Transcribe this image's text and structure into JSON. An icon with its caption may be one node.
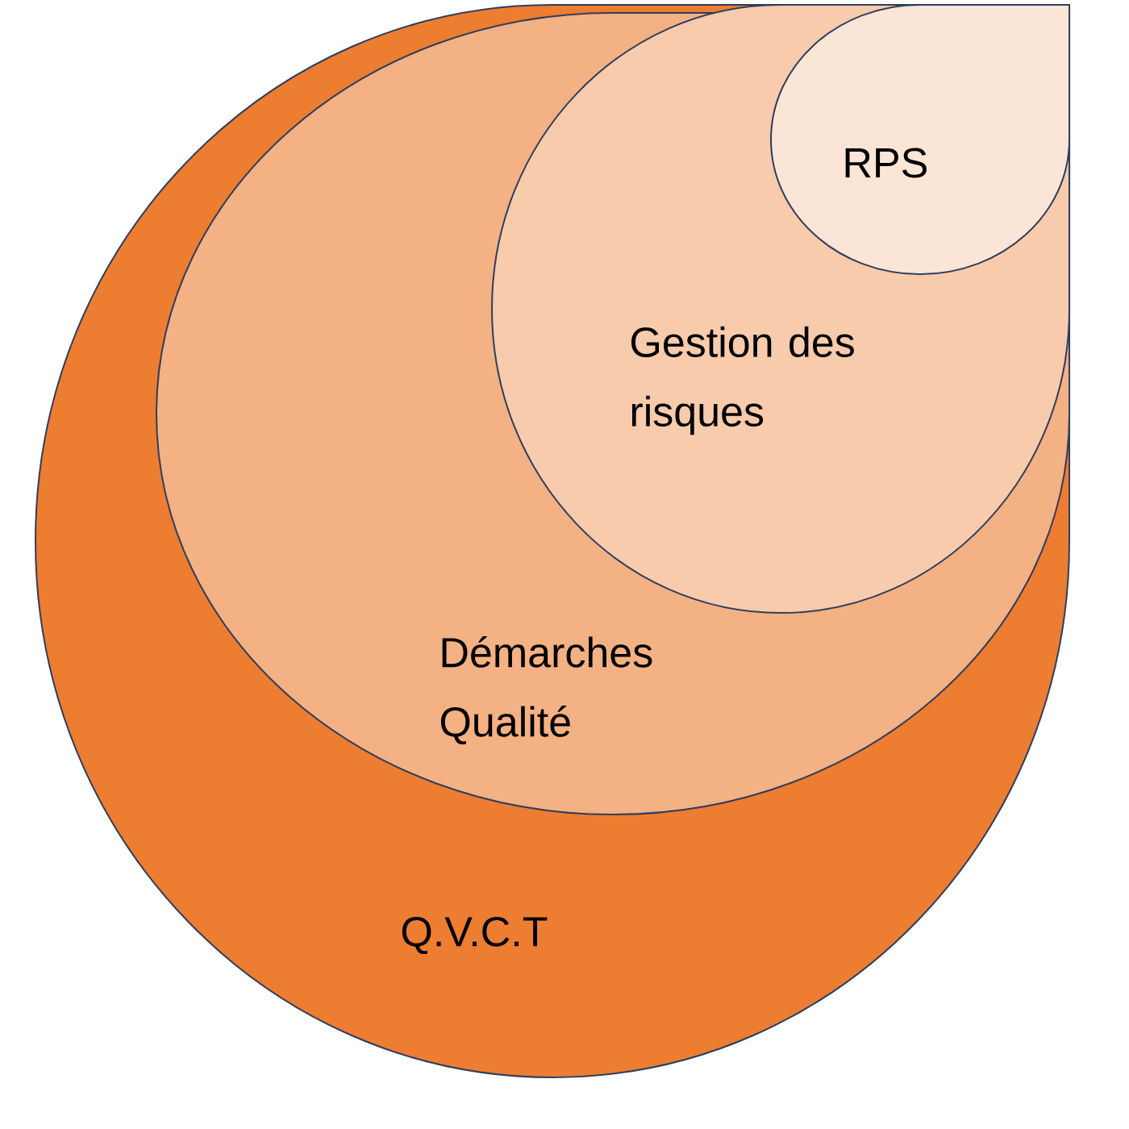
{
  "diagram": {
    "nodes": [
      {
        "text": [
          "Q.V.C.T"
        ]
      },
      {
        "text": [
          "Démarches Qualité"
        ],
        "in": 0
      },
      {
        "text": [
          "Gestion des risques"
        ],
        "in": 1
      },
      {
        "text": [
          "RPS"
        ],
        "in": 2
      }
    ]
  }
}
